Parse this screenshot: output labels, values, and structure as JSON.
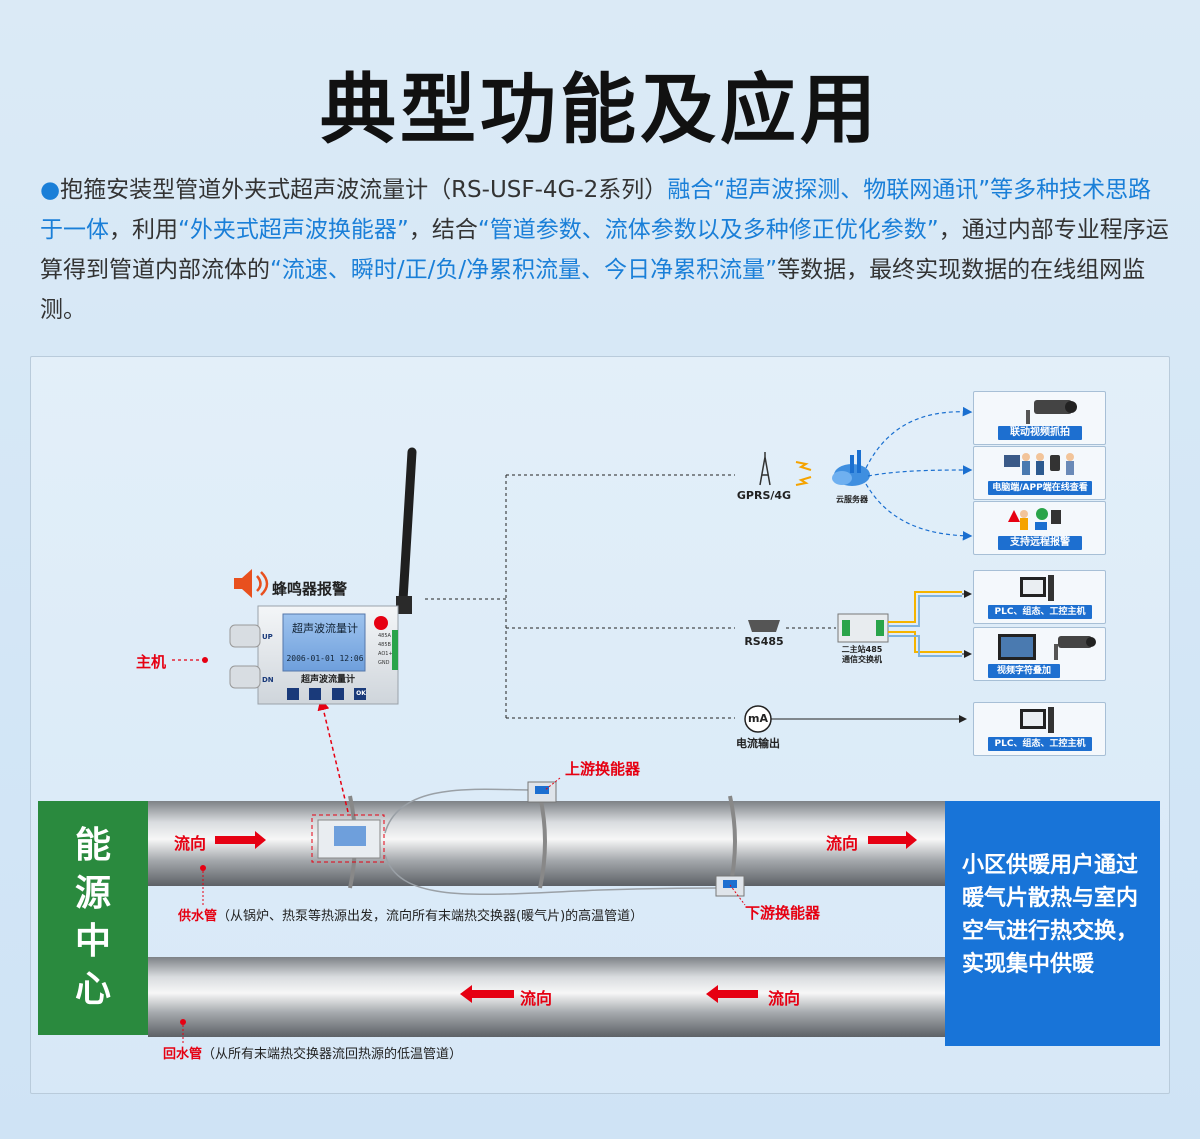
{
  "title": "典型功能及应用",
  "intro": {
    "bullet": "●",
    "p1": "抱箍安装型管道外夹式超声波流量计（RS-USF-4G-2系列）",
    "h1": "融合“超声波探测、物联网通讯”等多种技术思路于一体",
    "p2": "，利用",
    "h2": "“外夹式超声波换能器”",
    "p3": "，结合",
    "h3": "“管道参数、流体参数以及多种修正优化参数”",
    "p4": "，通过内部专业程序运算得到管道内部流体的",
    "h4": "“流速、瞬时/正/负/净累积流量、今日净累积流量”",
    "p5": "等数据，最终实现数据的在线组网监测。"
  },
  "device": {
    "buzzer_label": "蜂鸣器报警",
    "host_label": "主机",
    "screen_title": "超声波流量计",
    "screen_date": "2006-01-01 12:06",
    "panel_name": "超声波流量计",
    "btn_up": "UP",
    "btn_dn": "DN",
    "btn_ok": "OK",
    "ports": [
      "485A",
      "485B",
      "AO1+",
      "GND"
    ]
  },
  "comm": {
    "gprs_label": "GPRS/4G",
    "cloud_label": "云服务器",
    "rs485_label": "RS485",
    "switch_label_1": "二主站485",
    "switch_label_2": "通信交换机",
    "ma_symbol": "mA",
    "current_label": "电流输出"
  },
  "targets": {
    "video": "联动视频抓拍",
    "app": "电脑端/APP端在线查看",
    "alarm": "支持远程报警",
    "plc1": "PLC、组态、工控主机",
    "overlay": "视频字符叠加",
    "plc2": "PLC、组态、工控主机"
  },
  "pipes": {
    "flow": "流向",
    "upstream": "上游换能器",
    "downstream": "下游换能器",
    "supply_name": "供水管",
    "supply_desc": "（从锅炉、热泵等热源出发，流向所有末端热交换器(暖气片)的高温管道）",
    "return_name": "回水管",
    "return_desc": "（从所有末端热交换器流回热源的低温管道）"
  },
  "energy_center": [
    "能",
    "源",
    "中",
    "心"
  ],
  "user_side": [
    "小区供暖用户通过",
    "暖气片散热与室内",
    "空气进行热交换，",
    "实现集中供暖"
  ],
  "colors": {
    "accent": "#1a7fd8",
    "red": "#e60012",
    "green": "#2a8a3e",
    "blue": "#1874d8"
  }
}
